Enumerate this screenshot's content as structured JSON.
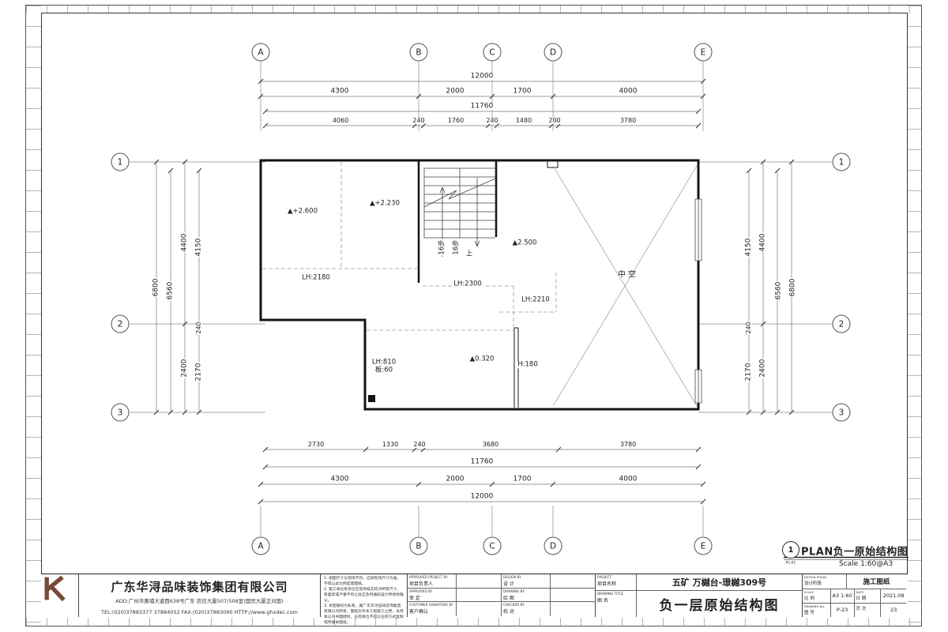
{
  "sheet": {
    "plan_ref": {
      "number": "1",
      "code": "PL-01",
      "title": "PLAN负一原始结构图",
      "scale": "Scale 1:60@A3"
    }
  },
  "grid": {
    "cols": [
      "A",
      "B",
      "C",
      "D",
      "E"
    ],
    "rows": [
      "1",
      "2",
      "3"
    ]
  },
  "dims": {
    "top": {
      "total": "12000",
      "row2": [
        "4300",
        "2000",
        "1700",
        "4000"
      ],
      "sub_total": "11760",
      "row4": [
        "4060",
        "240",
        "1760",
        "240",
        "1480",
        "200",
        "3780"
      ]
    },
    "bottom": {
      "row1": [
        "2730",
        "1330",
        "240",
        "3680",
        "3780"
      ],
      "sub_total": "11760",
      "row3": [
        "4300",
        "2000",
        "1700",
        "4000"
      ],
      "total": "12000"
    },
    "side": {
      "total": "6800",
      "sub_total": "6560",
      "outer": [
        "4400",
        "2400"
      ],
      "inner": [
        "4150",
        "240",
        "2170"
      ]
    }
  },
  "plan": {
    "labels": {
      "lvl1": "▲+2.600",
      "lvl2": "▲+2.230",
      "lvl3": "▲2.500",
      "lvl4": "▲0.320",
      "lh1": "LH:2180",
      "lh2": "LH:2300",
      "lh3": "LH:2210",
      "lh4": "LH:810",
      "slab": "板:60",
      "h1": "H:180",
      "void": "中空",
      "steps": "16步",
      "up": "上"
    }
  },
  "title_block": {
    "company": {
      "name": "广东华浔品味装饰集团有限公司",
      "addr": "ADD:广州市黄埔大道西638号广东 农信大厦507/508室(国贸大厦正对面)",
      "contact": "TEL:(020)37883377  37884052    FAX:(020)37883090    HTTP://www.ghxdec.com"
    },
    "notes": [
      "1. 如图尺寸与现场不符，应按现场尺寸为准，不得以此比例度量图纸。",
      "2. 施工单位有责任在现场核实校对所有尺寸，有差异或严重不符之处应及时通知设计师修改确认。",
      "3. 本图版权为私有，属广东华浔品味装饰集团有限公司所有，图纸仅作本工程施工之用，未经本公司书面授权，任何单位不得以任何方式复制或传播本图纸。"
    ],
    "sign": {
      "r1c1en": "APPROVED PROJECT BY",
      "r1c1cn": "项目负责人",
      "r1c2en": "DESIGN BY",
      "r1c2cn": "设 计",
      "r2c1en": "APPROVED BY",
      "r2c1cn": "审 定",
      "r2c2en": "DRAWING BY",
      "r2c2cn": "绘 图",
      "r3c1en": "CUSTOMER SIGNATURE BY",
      "r3c1cn": "客户确认",
      "r3c2en": "CHECKED BY",
      "r3c2cn": "校 对"
    },
    "project": {
      "en": "PROJECT",
      "cn": "项目名称",
      "value": "五矿 万樾台-璟樾309号"
    },
    "drawing": {
      "en": "DRAWING TITLE",
      "cn": "图 名",
      "value": "负一层原始结构图"
    },
    "info": {
      "phase_en": "DESIGN PHASE",
      "phase_cn": "设计阶段",
      "phase_value": "施工图纸",
      "scale_en": "SCALE",
      "scale_cn": "比 例",
      "scale_value": "A3 1:60",
      "date_en": "DATE",
      "date_cn": "日 期",
      "date_value": "2021.08",
      "no_en": "DRAWING No.",
      "no_cn": "图 号",
      "no_value": "P-23",
      "sheet_cn": "页 次",
      "sheet_value": "23"
    }
  }
}
